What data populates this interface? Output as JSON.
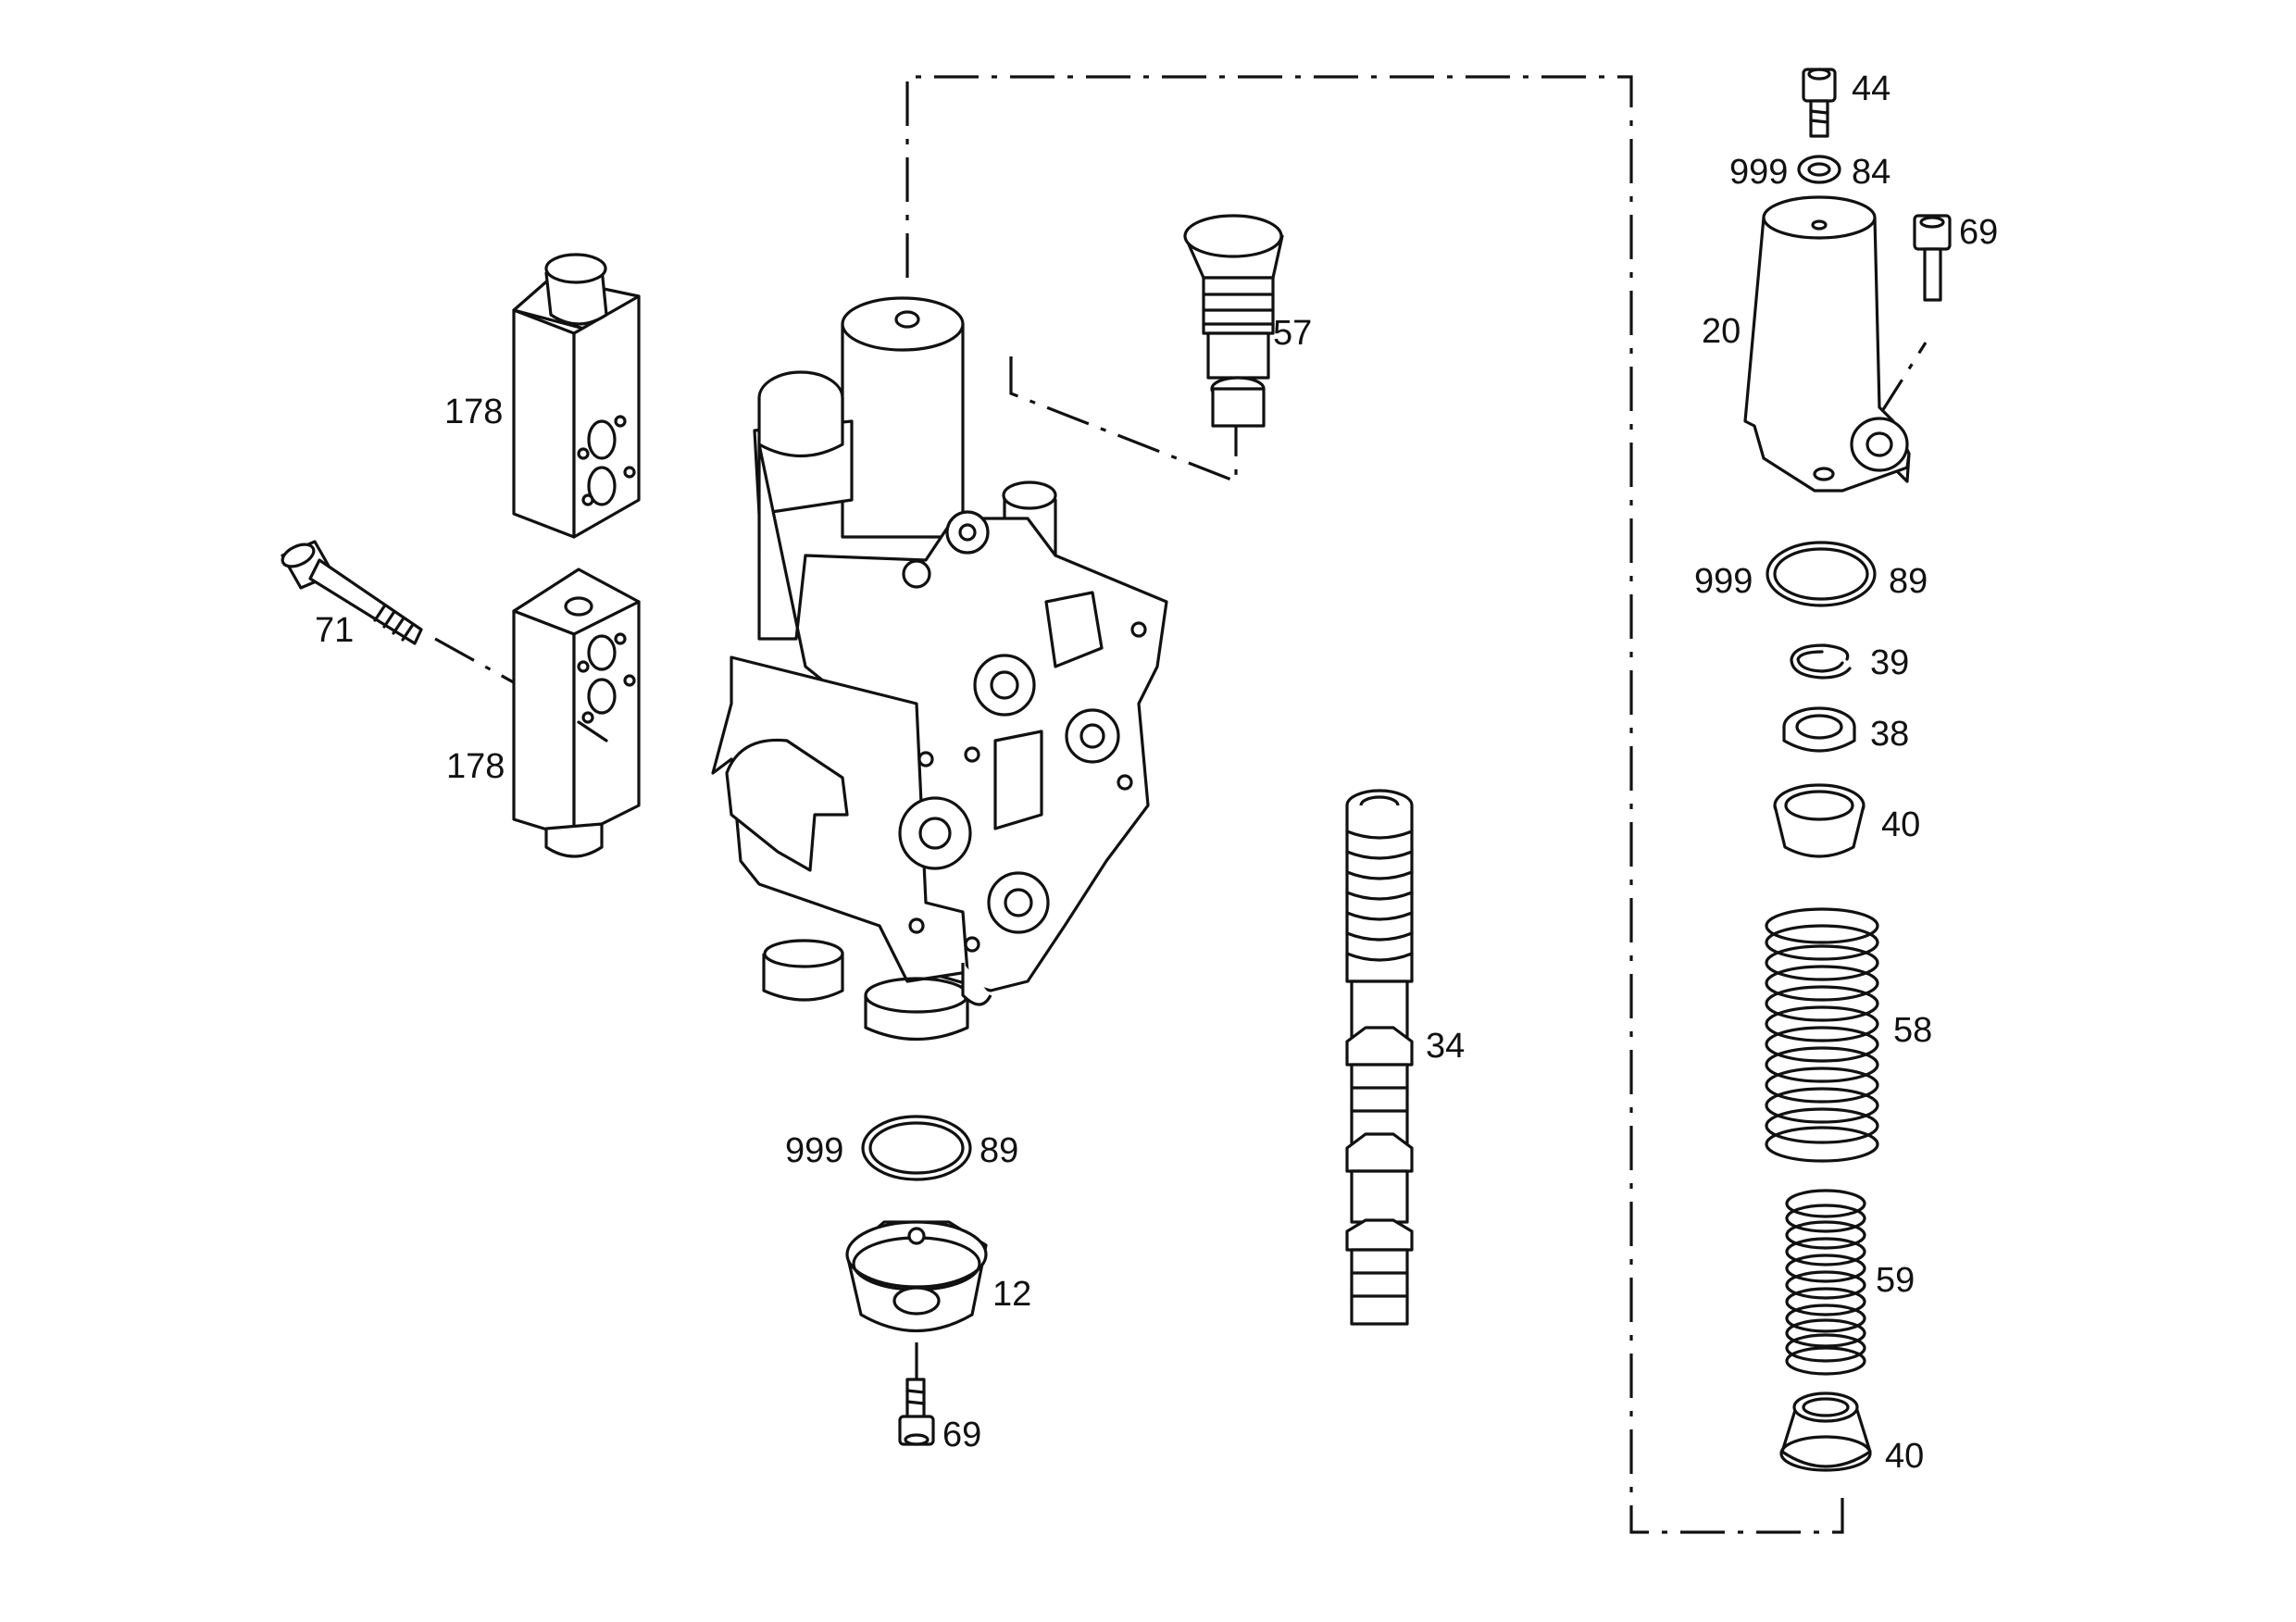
{
  "diagram": {
    "type": "exploded-parts-drawing",
    "parts": [
      {
        "id": "p44",
        "number": "44",
        "icon": "cap-screw-icon"
      },
      {
        "id": "p999-84a",
        "number": "999",
        "icon": "washer-icon"
      },
      {
        "id": "p84",
        "number": "84",
        "icon": "washer-icon"
      },
      {
        "id": "p69a",
        "number": "69",
        "icon": "cap-screw-icon"
      },
      {
        "id": "p20",
        "number": "20",
        "icon": "cover-housing-icon"
      },
      {
        "id": "p57",
        "number": "57",
        "icon": "plug-valve-icon"
      },
      {
        "id": "p178a",
        "number": "178",
        "icon": "valve-block-icon"
      },
      {
        "id": "p178b",
        "number": "178",
        "icon": "valve-block-icon"
      },
      {
        "id": "p71",
        "number": "71",
        "icon": "bolt-icon"
      },
      {
        "id": "p999-89a",
        "number": "999",
        "icon": "o-ring-icon"
      },
      {
        "id": "p89a",
        "number": "89",
        "icon": "o-ring-icon"
      },
      {
        "id": "p39",
        "number": "39",
        "icon": "snap-ring-icon"
      },
      {
        "id": "p38",
        "number": "38",
        "icon": "seal-ring-icon"
      },
      {
        "id": "p40a",
        "number": "40",
        "icon": "spring-seat-icon"
      },
      {
        "id": "p58",
        "number": "58",
        "icon": "coil-spring-icon"
      },
      {
        "id": "p59",
        "number": "59",
        "icon": "coil-spring-icon"
      },
      {
        "id": "p40b",
        "number": "40",
        "icon": "spring-seat-icon"
      },
      {
        "id": "p34",
        "number": "34",
        "icon": "spool-icon"
      },
      {
        "id": "p999-89b",
        "number": "999",
        "icon": "o-ring-icon"
      },
      {
        "id": "p89b",
        "number": "89",
        "icon": "o-ring-icon"
      },
      {
        "id": "p12",
        "number": "12",
        "icon": "end-cap-icon"
      },
      {
        "id": "p69b",
        "number": "69",
        "icon": "cap-screw-icon"
      }
    ]
  }
}
